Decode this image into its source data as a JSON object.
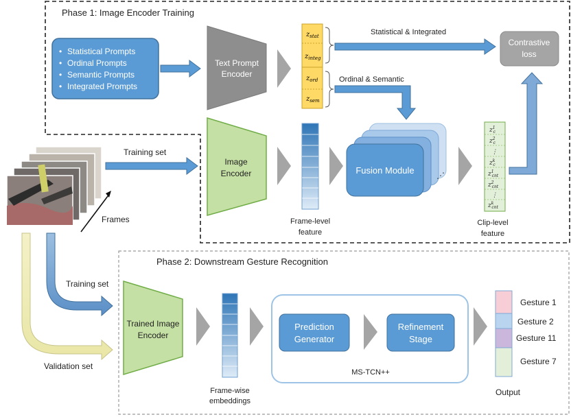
{
  "phase1": {
    "title": "Phase 1: Image Encoder Training"
  },
  "phase2": {
    "title": "Phase 2: Downstream Gesture Recognition"
  },
  "prompts": [
    "Statistical Prompts",
    "Ordinal Prompts",
    "Semantic Prompts",
    "Integrated  Prompts"
  ],
  "text_encoder": {
    "line1": "Text Prompt",
    "line2": "Encoder"
  },
  "z_tokens": [
    "z_stat",
    "z_integ",
    "z_ord",
    "z_sem"
  ],
  "z_token_display": [
    {
      "base": "z",
      "sub": "stat"
    },
    {
      "base": "z",
      "sub": "integ"
    },
    {
      "base": "z",
      "sub": "ord"
    },
    {
      "base": "z",
      "sub": "sem"
    }
  ],
  "stat_integ_label": "Statistical & Integrated",
  "ord_sem_label": "Ordinal & Semantic",
  "contrastive": {
    "line1": "Contrastive",
    "line2": "loss"
  },
  "training_set_label": "Training set",
  "frames_label": "Frames",
  "image_encoder": {
    "line1": "Image",
    "line2": "Encoder"
  },
  "frame_feature": {
    "line1": "Frame-level",
    "line2": "feature"
  },
  "fusion_module": "Fusion Module",
  "clip_tokens": [
    {
      "base": "z",
      "sub": "c",
      "sup": "1"
    },
    {
      "base": "z",
      "sub": "c",
      "sup": "2"
    },
    {
      "base": "⋮",
      "sub": "",
      "sup": ""
    },
    {
      "base": "z",
      "sub": "c",
      "sup": "k"
    },
    {
      "base": "z",
      "sub": "cnt",
      "sup": "1"
    },
    {
      "base": "z",
      "sub": "cnt",
      "sup": "2"
    },
    {
      "base": "⋮",
      "sub": "",
      "sup": ""
    },
    {
      "base": "z",
      "sub": "cnt",
      "sup": "k"
    }
  ],
  "clip_feature": {
    "line1": "Clip-level",
    "line2": "feature"
  },
  "phase2_training_label": "Training set",
  "validation_label": "Validation set",
  "trained_encoder": {
    "line1": "Trained Image",
    "line2": "Encoder"
  },
  "frame_wise": {
    "line1": "Frame-wise",
    "line2": "embeddings"
  },
  "prediction_generator": {
    "line1": "Prediction",
    "line2": "Generator"
  },
  "refinement_stage": {
    "line1": "Refinement",
    "line2": "Stage"
  },
  "mstcn_label": "MS-TCN++",
  "gestures": [
    {
      "label": "Gesture 1",
      "color": "#f7cdd6"
    },
    {
      "label": "Gesture 2",
      "color": "#b8d4ee"
    },
    {
      "label": "Gesture 11",
      "color": "#cbb6dc"
    },
    {
      "label": "Gesture 7",
      "color": "#e3efd9"
    }
  ],
  "output_label": "Output",
  "colors": {
    "blue": "#5b9bd5",
    "blue_dark": "#41719c",
    "green_fill": "#c5e0a5",
    "green_edge": "#70ad47",
    "gray": "#a5a5a5",
    "yellow": "#ffd966"
  }
}
